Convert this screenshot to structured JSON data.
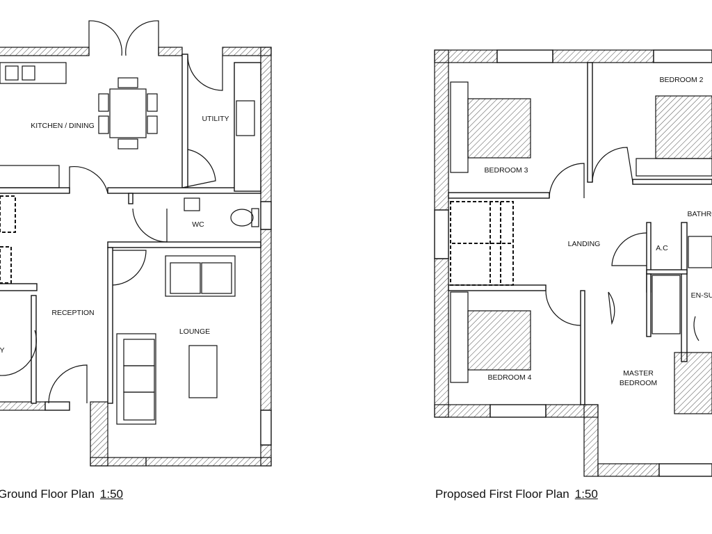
{
  "ground_floor": {
    "caption": "Ground Floor Plan",
    "scale": "1:50",
    "rooms": {
      "kitchen": "KITCHEN / DINING",
      "utility": "UTILITY",
      "wc": "WC",
      "reception": "RECEPTION",
      "lounge": "LOUNGE",
      "study_partial": "Y"
    }
  },
  "first_floor": {
    "caption": "Proposed First Floor Plan",
    "scale": "1:50",
    "rooms": {
      "bedroom2": "BEDROOM 2",
      "bedroom3": "BEDROOM 3",
      "bedroom4": "BEDROOM 4",
      "landing": "LANDING",
      "bathroom_partial": "BATHRO",
      "ac": "A.C",
      "ensuite_partial": "EN-SU",
      "master_line1": "MASTER",
      "master_line2": "BEDROOM"
    }
  }
}
